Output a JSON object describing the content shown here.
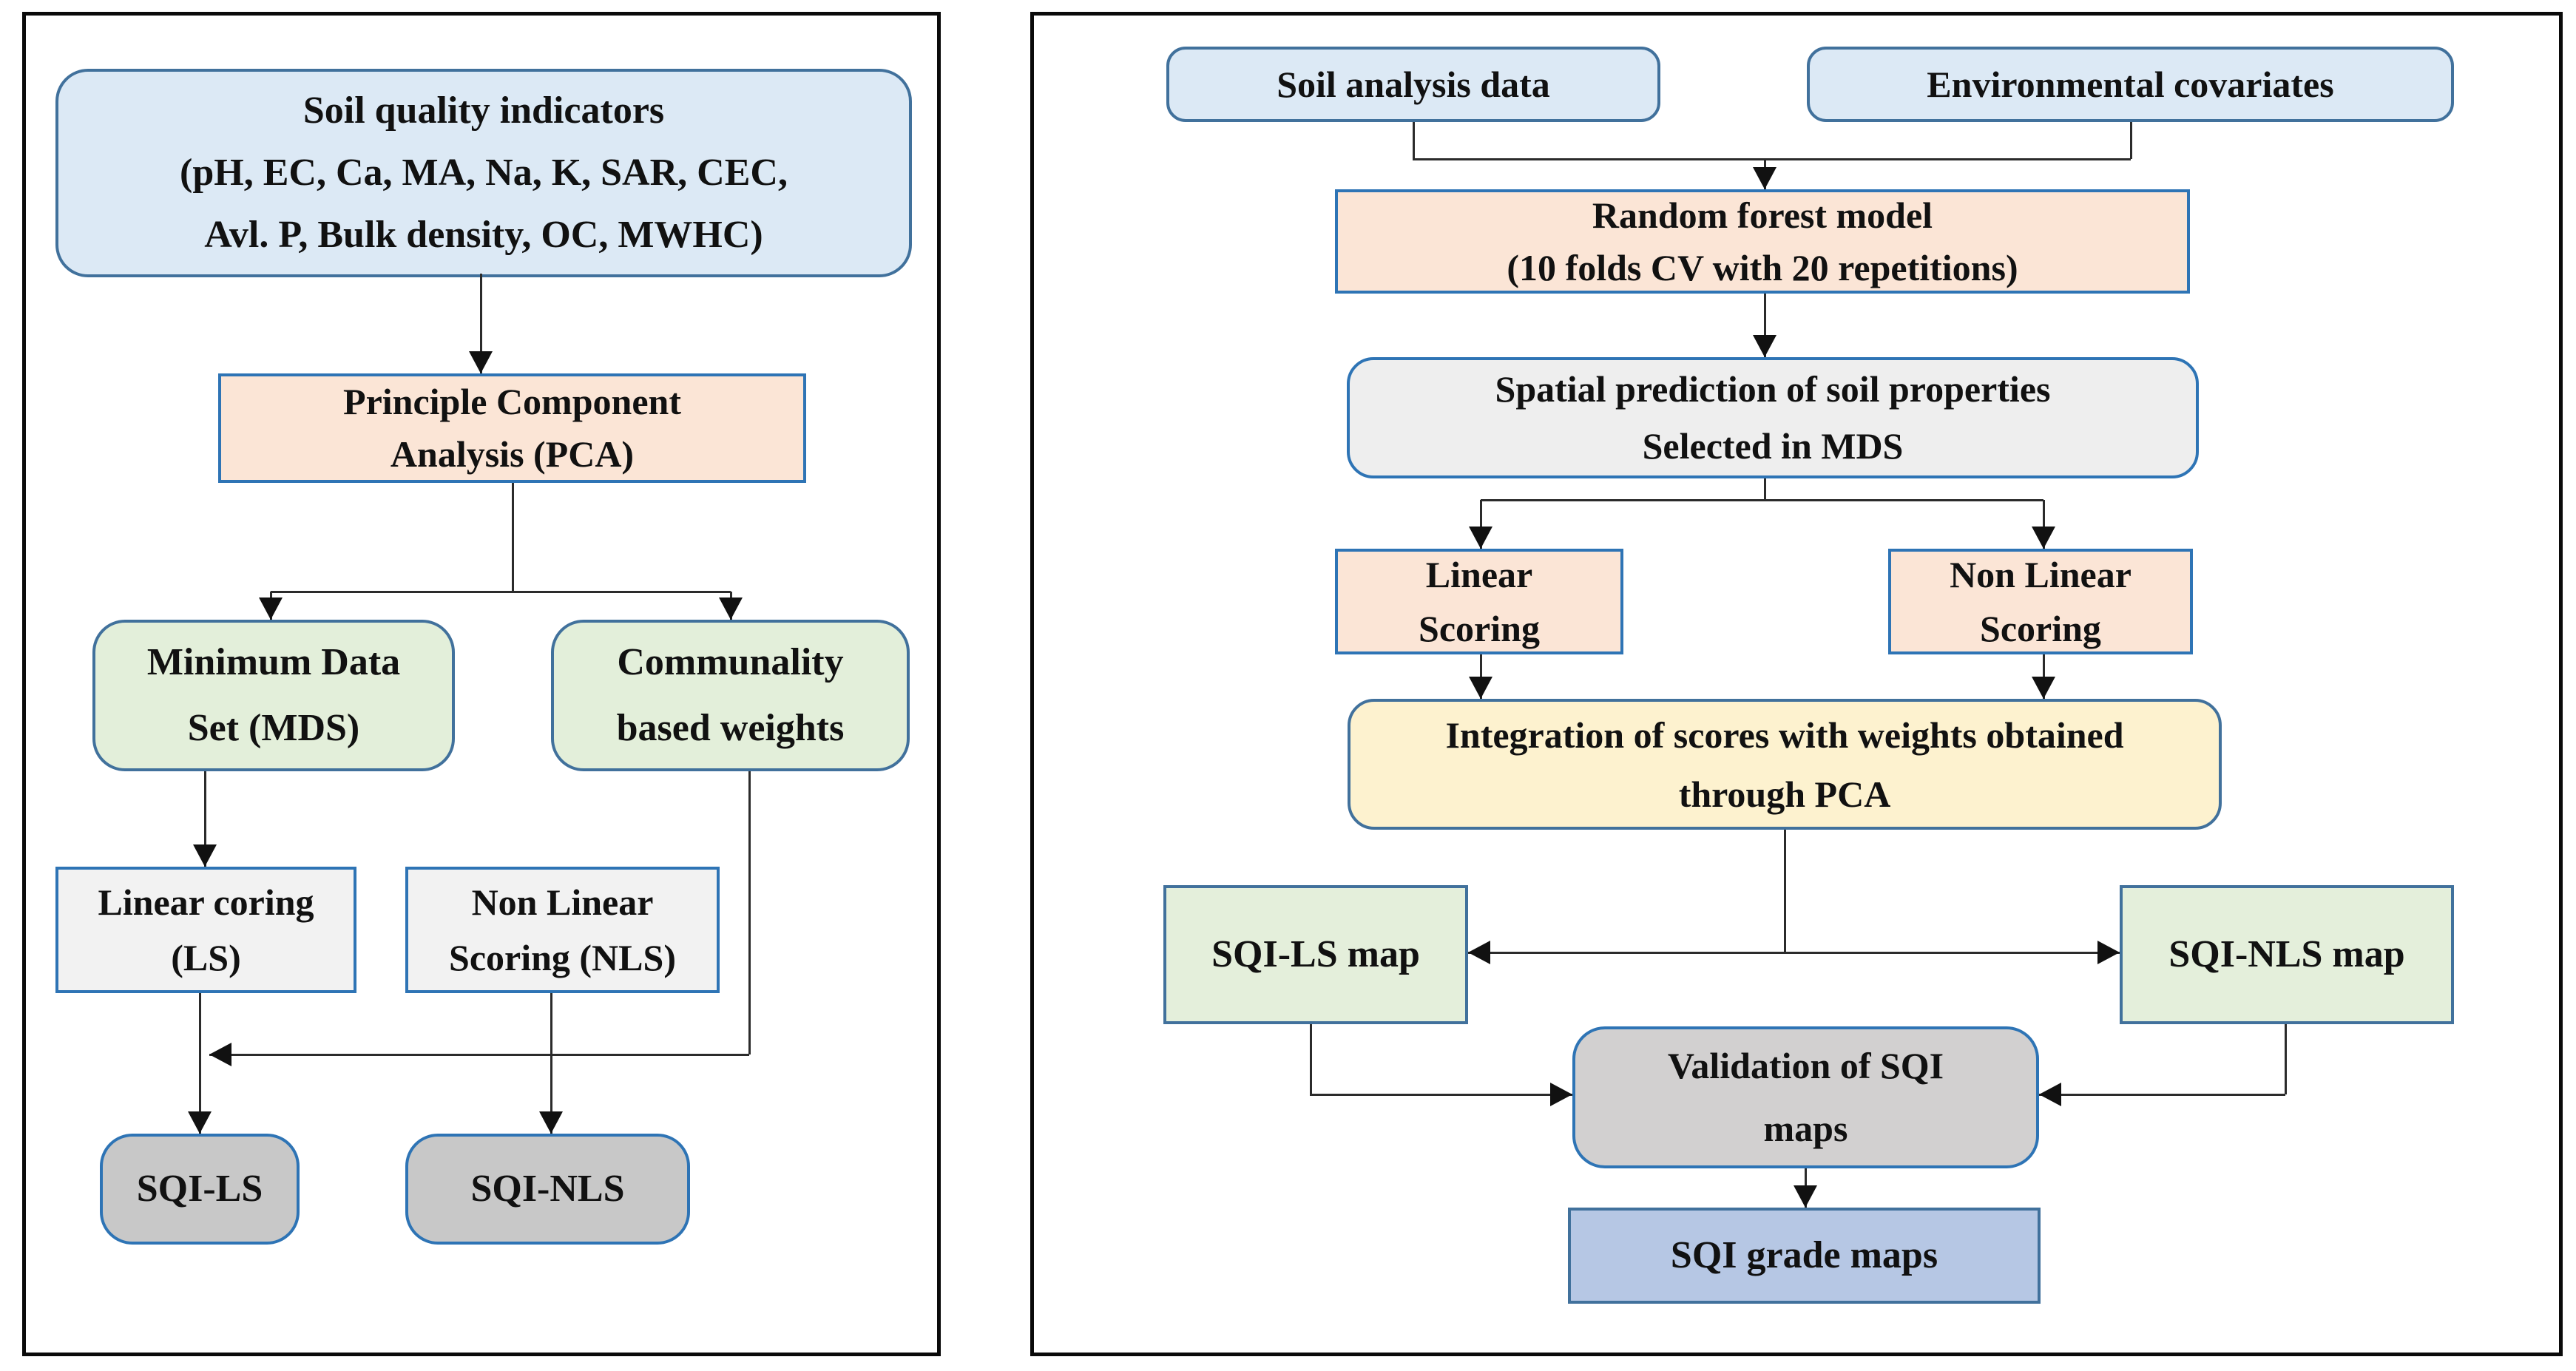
{
  "palette": {
    "box_blue": "#dce9f5",
    "box_peach": "#fbe5d6",
    "box_green": "#e3efda",
    "box_gray_light": "#f2f2f2",
    "box_gray": "#c8c8c8",
    "box_gray_validation": "#d2d0d0",
    "box_yellow": "#fdf2cf",
    "box_blue_map": "#b6c7e4",
    "border_blue": "#41719c",
    "border_blue_bright": "#2e74b5",
    "panel_border": "#0a0a0a",
    "connector_line": "#2b2b2b"
  },
  "left_panel": {
    "nodes": {
      "soil": {
        "label": "Soil quality indicators\n(pH, EC, Ca, MA, Na, K, SAR, CEC,\nAvl. P, Bulk density, OC, MWHC)"
      },
      "pca": {
        "label": "Principle Component\nAnalysis (PCA)"
      },
      "mds": {
        "label": "Minimum Data\nSet (MDS)"
      },
      "communality": {
        "label": "Communality\nbased weights"
      },
      "linear_coring": {
        "label": "Linear coring\n(LS)"
      },
      "nonlinear_scoring": {
        "label": "Non Linear\nScoring (NLS)"
      },
      "sqi_ls": {
        "label": "SQI-LS"
      },
      "sqi_nls": {
        "label": "SQI-NLS"
      }
    }
  },
  "right_panel": {
    "nodes": {
      "soil_analysis": {
        "label": "Soil analysis data"
      },
      "env_covariates": {
        "label": "Environmental covariates"
      },
      "random_forest": {
        "label": "Random forest model\n(10 folds CV with 20 repetitions)"
      },
      "spatial_prediction": {
        "label": "Spatial prediction of soil properties\nSelected in MDS"
      },
      "linear_scoring": {
        "label": "Linear\nScoring"
      },
      "nonlinear_scoring": {
        "label": "Non Linear\nScoring"
      },
      "integration": {
        "label": "Integration of scores with weights obtained\nthrough PCA"
      },
      "sqi_ls_map": {
        "label": "SQI-LS map"
      },
      "sqi_nls_map": {
        "label": "SQI-NLS map"
      },
      "validation": {
        "label": "Validation of SQI\nmaps"
      },
      "sqi_grade_maps": {
        "label": "SQI grade maps"
      }
    }
  }
}
